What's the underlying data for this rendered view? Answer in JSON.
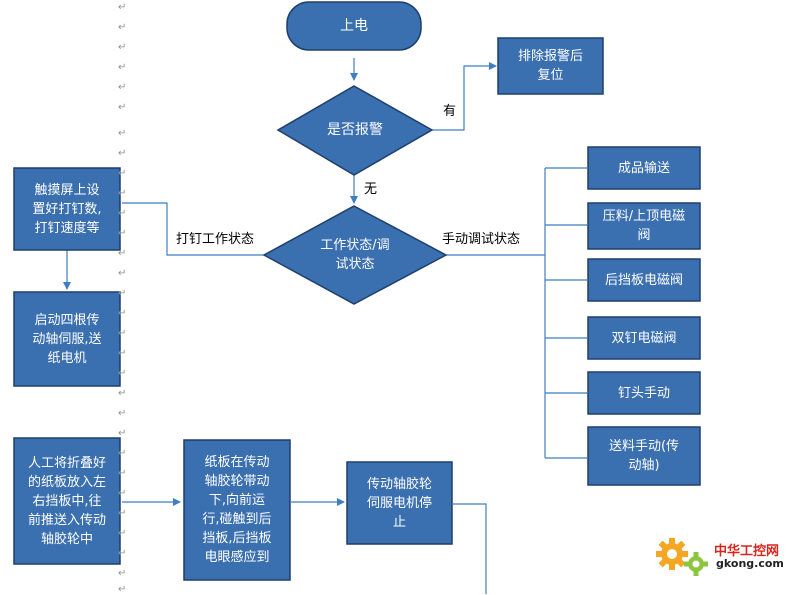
{
  "colors": {
    "node_fill": "#3a6fb0",
    "node_stroke": "#1f3f6b",
    "connector": "#3f7fbf",
    "page_bg": "#ffffff"
  },
  "nodes": {
    "power_on": "上电",
    "alarm_check": "是否报警",
    "clear_alarm": "排除报警后\n复位",
    "mode_select": "工作状态/调\n试状态",
    "touchscreen": "触摸屏上设\n置好打钉数,\n打钉速度等",
    "start_servo": "启动四根传\n动轴伺服,送\n纸电机",
    "manual_feed": "人工将折叠好\n的纸板放入左\n右挡板中,往\n前推送入传动\n轴胶轮中",
    "board_travel": "纸板在传动\n轴胶轮带动\n下,向前运\n行,碰触到后\n挡板,后挡板\n电眼感应到",
    "servo_stop": "传动轴胶轮\n伺服电机停\n止",
    "finished_convey": "成品输送",
    "press_valve": "压料/上顶电磁\n阀",
    "rear_baffle_valve": "后挡板电磁阀",
    "double_nail_valve": "双钉电磁阀",
    "nail_head_manual": "钉头手动",
    "feed_manual": "送料手动(传\n动轴)"
  },
  "edge_labels": {
    "yes": "有",
    "no": "无",
    "nailing_mode": "打钉工作状态",
    "manual_debug_mode": "手动调试状态"
  },
  "watermark": {
    "cn": "中华工控网",
    "en": "gkong.com"
  }
}
